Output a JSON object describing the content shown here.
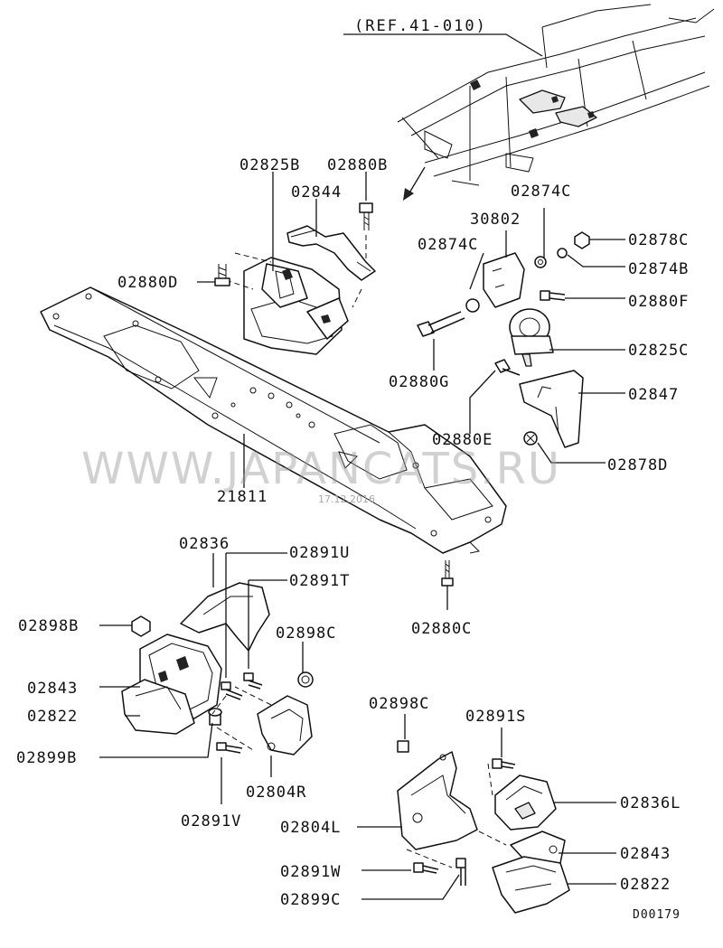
{
  "reference_label": "(REF.41-010)",
  "watermark": "WWW.JAPANCATS.RU",
  "date_stamp": "17.12.2016",
  "diagram_code": "D00179",
  "callouts": {
    "c02825B": "02825B",
    "c02880B": "02880B",
    "c02844": "02844",
    "c02880D": "02880D",
    "c02874C_top": "02874C",
    "c30802": "30802",
    "c02874C_left": "02874C",
    "c02878C": "02878C",
    "c02874B": "02874B",
    "c02880F": "02880F",
    "c02825C": "02825C",
    "c02880G": "02880G",
    "c02847": "02847",
    "c02880E": "02880E",
    "c02878D": "02878D",
    "c21811": "21811",
    "c02836": "02836",
    "c02891U": "02891U",
    "c02891T": "02891T",
    "c02898B": "02898B",
    "c02898C_left": "02898C",
    "c02843_left": "02843",
    "c02822_left": "02822",
    "c02899B": "02899B",
    "c02804R": "02804R",
    "c02891V": "02891V",
    "c02880C": "02880C",
    "c02898C_right": "02898C",
    "c02891S": "02891S",
    "c02836L": "02836L",
    "c02804L": "02804L",
    "c02843_right": "02843",
    "c02891W": "02891W",
    "c02822_right": "02822",
    "c02899C": "02899C"
  }
}
